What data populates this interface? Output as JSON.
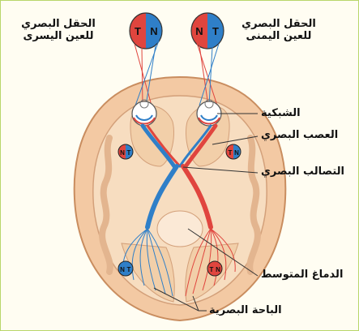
{
  "visual_fields": {
    "left_eye": {
      "line1": "الحقل البصري",
      "line2": "للعين اليسرى"
    },
    "right_eye": {
      "line1": "الحقل البصري",
      "line2": "للعين اليمنى"
    },
    "left_circle": {
      "t": "T",
      "n": "N"
    },
    "right_circle": {
      "n": "N",
      "t": "T"
    }
  },
  "labels": {
    "retina": "الشبكية",
    "optic_nerve": "العصب البصري",
    "optic_chiasm": "التصالب البصري",
    "midbrain": "الدماغ المتوسط",
    "visual_area": "الباحة البصرية"
  },
  "small_circles": {
    "upper_left": {
      "a": "N",
      "b": "T"
    },
    "upper_right": {
      "a": "T",
      "b": "N"
    },
    "lower_left": {
      "a": "N",
      "b": "T"
    },
    "lower_right": {
      "a": "T",
      "b": "N"
    }
  },
  "colors": {
    "red": "#e0453e",
    "blue": "#2f7fc8",
    "skull": "#f3c9a3",
    "brain": "#f7ddc0",
    "frame": "#b9d66a"
  }
}
